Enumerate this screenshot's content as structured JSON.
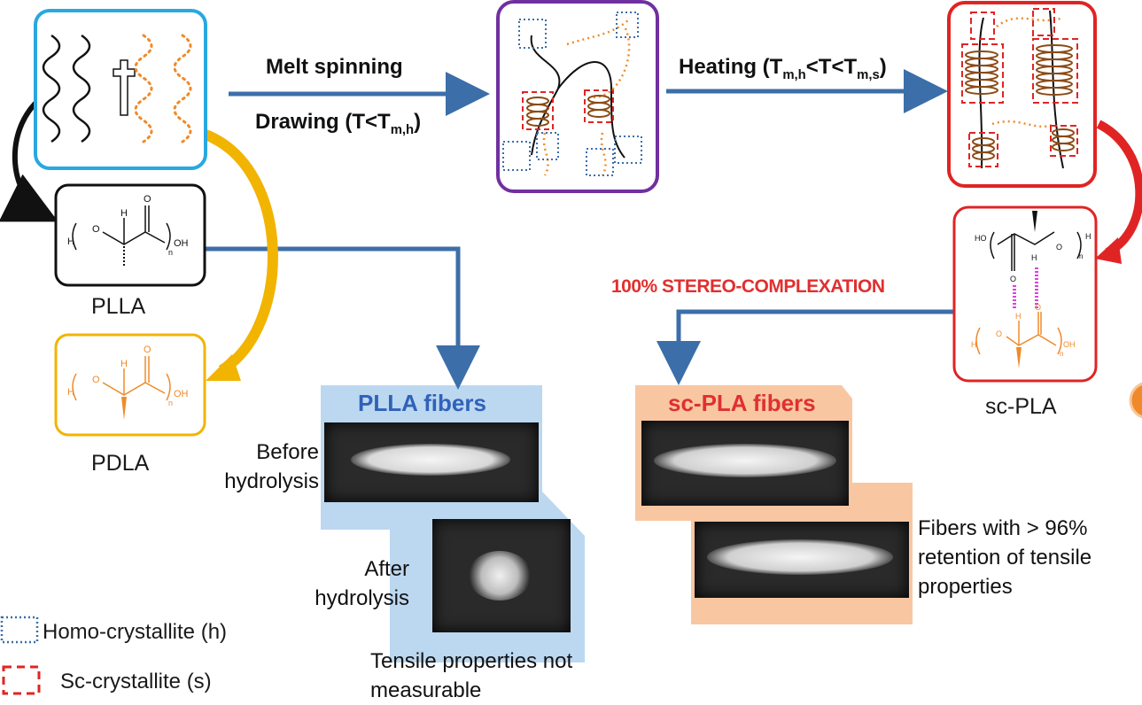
{
  "flow": {
    "melt_spinning": "Melt spinning",
    "drawing": "Drawing (T<",
    "drawing_sub": "m,h",
    "drawing_end": ")",
    "heating": "Heating (T",
    "heating_sub1": "m,h",
    "heating_mid": "<T<T",
    "heating_sub2": "m,s",
    "heating_end": ")"
  },
  "polymers": {
    "plla": "PLLA",
    "pdla": "PDLA",
    "sc_pla": "sc-PLA"
  },
  "stereo_label": "100% STEREO-COMPLEXATION",
  "plla_fibers": {
    "title": "PLLA fibers",
    "before": "Before hydrolysis",
    "after": "After hydrolysis",
    "result": "Tensile properties not measurable"
  },
  "sc_fibers": {
    "title": "sc-PLA fibers",
    "result": "Fibers with > 96% retention of tensile properties"
  },
  "legend": {
    "homo": "Homo-crystallite (h)",
    "sc": "Sc-crystallite (s)"
  },
  "colors": {
    "cyan_box": "#29a8df",
    "purple_box": "#7030a0",
    "red_box": "#e02424",
    "gold_box": "#f1b400",
    "plla_panel": "#bcd7f0",
    "sc_panel": "#f8c7a2",
    "arrow_blue": "#3c6ea9",
    "stereo_red": "#e03030",
    "orange_chain": "#ef8a2a"
  }
}
